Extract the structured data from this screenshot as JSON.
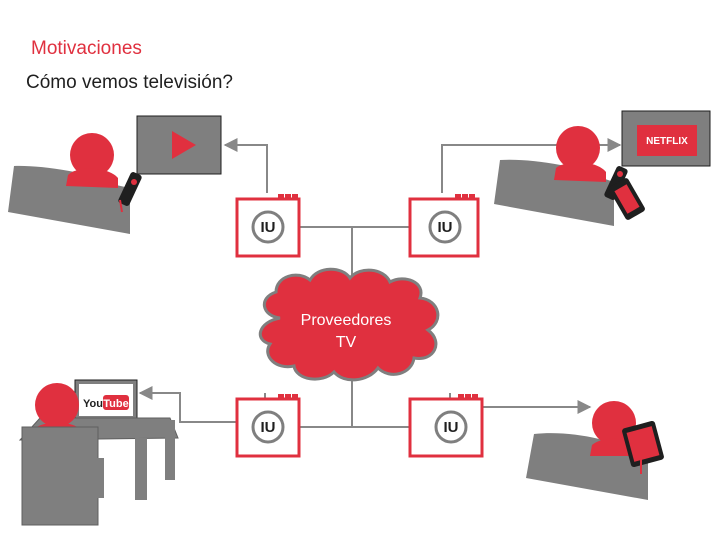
{
  "header": {
    "title": "Motivaciones",
    "subtitle": "Cómo vemos televisión?"
  },
  "diagram": {
    "nodes": [
      {
        "label": "IU"
      },
      {
        "label": "IU"
      },
      {
        "label": "IU"
      },
      {
        "label": "IU"
      }
    ],
    "cloud": {
      "line1": "Proveedores",
      "line2": "TV"
    },
    "logos": {
      "netflix": "NETFLIX",
      "youtube_you": "You",
      "youtube_tube": "Tube"
    }
  },
  "colors": {
    "accent": "#e0303f",
    "gray": "#7f7f7f",
    "dark": "#1f1f1f",
    "line": "#888888"
  }
}
